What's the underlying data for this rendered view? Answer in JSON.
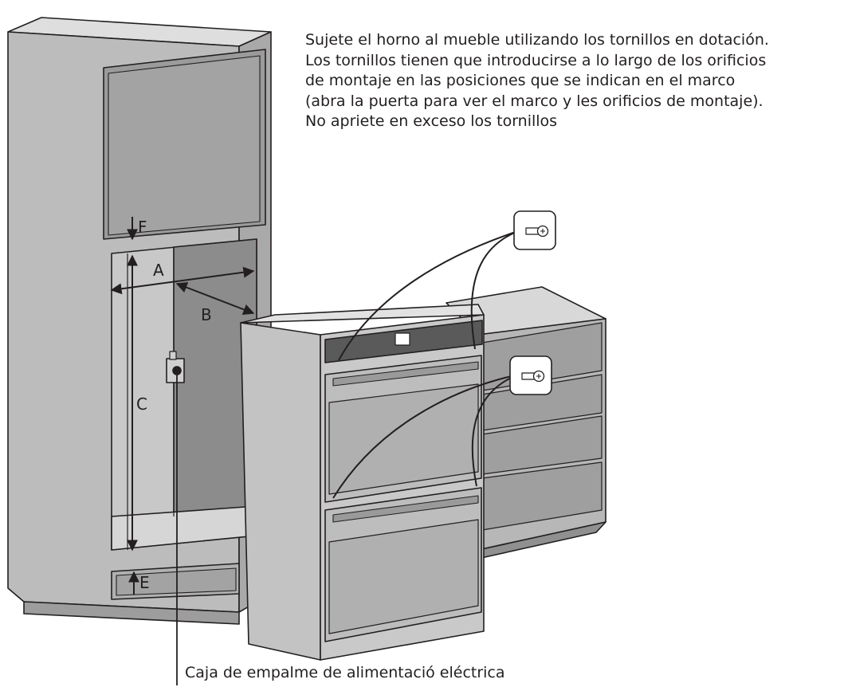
{
  "instructions": {
    "lines": [
      "Sujete el horno al mueble utilizando los tornillos en dotación.",
      "Los tornillos tienen que introducirse a lo largo de los orificios",
      "de montaje en las posiciones que se indican en el marco",
      "(abra la puerta para ver el marco y les orificios de montaje).",
      "No apriete en exceso los tornillos"
    ]
  },
  "dimensions": {
    "a": "A",
    "b": "B",
    "c": "C",
    "e": "E",
    "f": "F"
  },
  "caption": "Caja de empalme de alimentació eléctrica",
  "colors": {
    "outline": "#231f20",
    "cabinet_light": "#c8c8c8",
    "cabinet_mid": "#b9b9b9",
    "cabinet_dark": "#9b9b9b",
    "cavity_dark": "#8a8a8a",
    "oven_glass": "#b2b2b2",
    "control_panel": "#5a5a5a"
  }
}
